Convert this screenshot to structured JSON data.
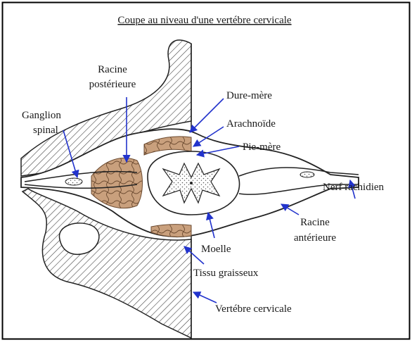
{
  "title": "Coupe au niveau d'une vertébre cervicale",
  "labels": {
    "racine_posterieure_1": "Racine",
    "racine_posterieure_2": "postérieure",
    "ganglion_1": "Ganglion",
    "ganglion_2": "spinal",
    "dure_mere": "Dure-mère",
    "arachnoide": "Arachnoïde",
    "pie_mere": "Pie-mère",
    "nerf_rachidien": "Nerf rachidien",
    "racine_anterieure_1": "Racine",
    "racine_anterieure_2": "antérieure",
    "moelle": "Moelle",
    "tissu_graisseux": "Tissu graisseux",
    "vertebre_cervicale": "Vertébre cervicale"
  },
  "colors": {
    "frame": "#000000",
    "hatch": "#444444",
    "fat_tissue": "#c9a07d",
    "leader": "#2233cc",
    "stipple": "#555555"
  }
}
